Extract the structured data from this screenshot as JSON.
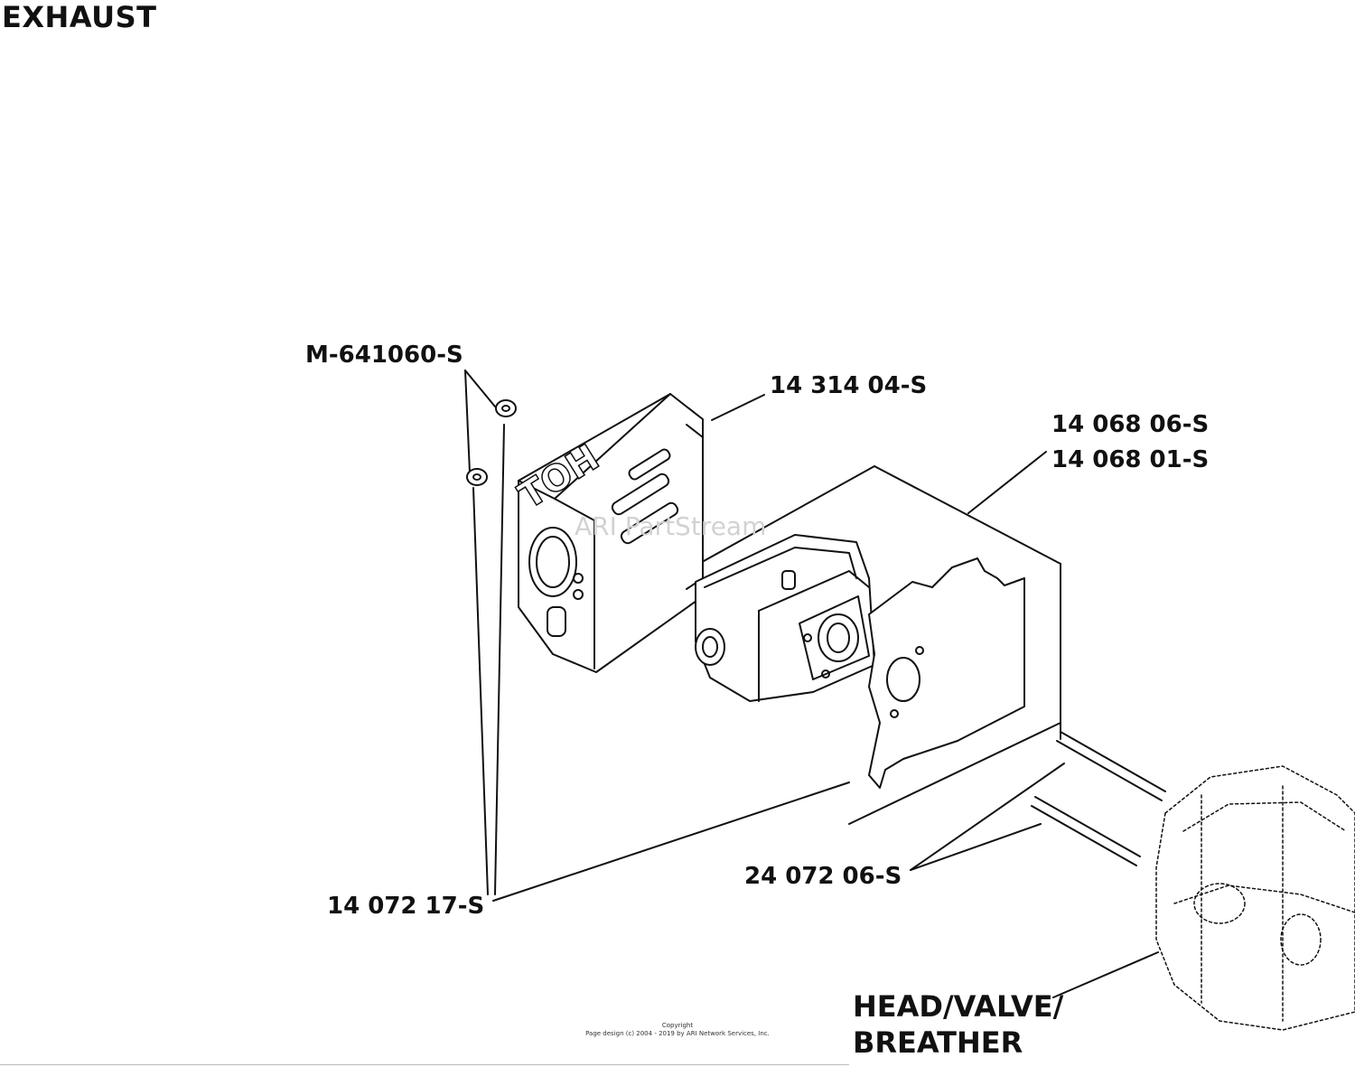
{
  "title": "EXHAUST",
  "parts": {
    "nut": "M-641060-S",
    "heat_shield": "14 314 04-S",
    "muffler_a": "14 068 06-S",
    "muffler_b": "14 068 01-S",
    "screw": "14 072 17-S",
    "stud": "24 072 06-S"
  },
  "callout": {
    "line1": "HEAD/VALVE/",
    "line2": "BREATHER"
  },
  "heat_shield_text": "HOT",
  "watermark": "ARI PartStream",
  "footer": {
    "line1": "Copyright",
    "line2": "Page design (c) 2004 - 2019 by ARI Network Services, Inc."
  }
}
